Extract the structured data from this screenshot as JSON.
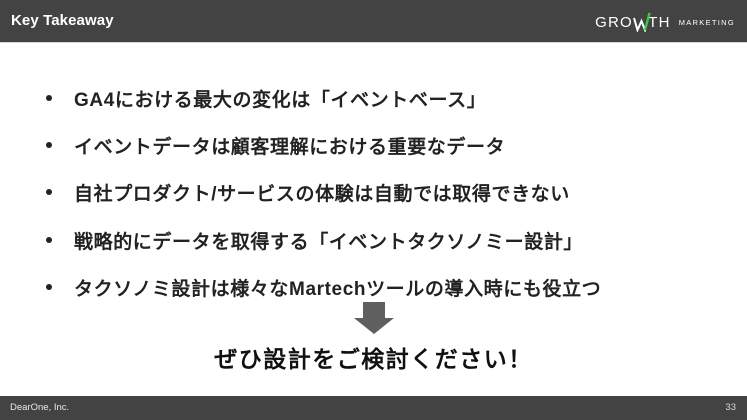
{
  "header": {
    "title": "Key Takeaway",
    "logo": {
      "growth_prefix": "GRO",
      "growth_w": "W",
      "growth_suffix": "TH",
      "marketing": "MARKETING",
      "accent_color": "#2ecc40"
    },
    "background_color": "#434343"
  },
  "bullets": [
    {
      "text": "GA4における最大の変化は「イベントベース」"
    },
    {
      "text": "イベントデータは顧客理解における重要なデータ"
    },
    {
      "text": "自社プロダクト/サービスの体験は自動では取得できない"
    },
    {
      "text": "戦略的にデータを取得する「イベントタクソノミー設計」"
    },
    {
      "text": "タクソノミ設計は様々なMartechツールの導入時にも役立つ"
    }
  ],
  "arrow": {
    "icon": "arrow-down-icon",
    "color": "#5f5f5f"
  },
  "cta": {
    "text": "ぜひ設計をご検討ください！"
  },
  "footer": {
    "company": "DearOne, Inc.",
    "page_number": "33"
  }
}
